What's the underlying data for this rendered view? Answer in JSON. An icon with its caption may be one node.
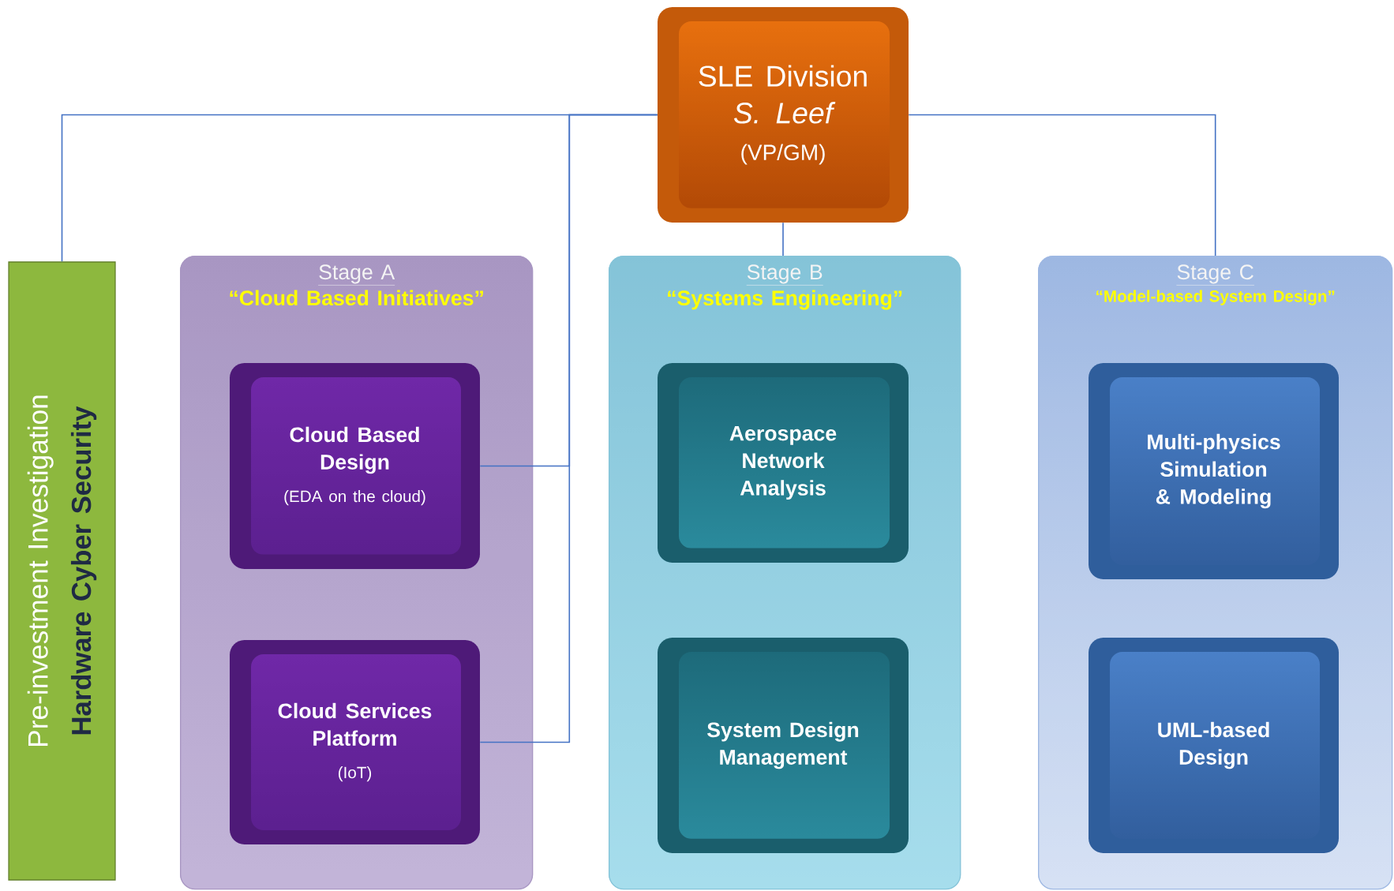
{
  "diagram": {
    "nodes": [
      {
        "text": [
          "SLE Division",
          "S. Leef",
          "(VP/GM)"
        ]
      },
      {
        "text": [
          "Pre-investment Investigation",
          "Hardware Cyber Security"
        ]
      },
      {
        "text": [
          "Stage A",
          "“Cloud Based Initiatives”"
        ]
      },
      {
        "text": [
          "Cloud Based Design",
          "(EDA on the cloud)"
        ],
        "in": 2
      },
      {
        "text": [
          "Cloud Services Platform",
          "(IoT)"
        ],
        "in": 2
      },
      {
        "text": [
          "Stage B",
          "“Systems Engineering”"
        ]
      },
      {
        "text": [
          "Aerospace Network Analysis"
        ],
        "in": 5
      },
      {
        "text": [
          "System Design Management"
        ],
        "in": 5
      },
      {
        "text": [
          "Stage C",
          "“Model-based System Design”"
        ]
      },
      {
        "text": [
          "Multi-physics Simulation & Modeling"
        ],
        "in": 8
      },
      {
        "text": [
          "UML-based Design"
        ],
        "in": 8
      }
    ],
    "edges": [
      {
        "from": 0,
        "to": 1,
        "arrow": "none"
      },
      {
        "from": 0,
        "to": 3,
        "arrow": "none"
      },
      {
        "from": 0,
        "to": 4,
        "arrow": "none"
      },
      {
        "from": 0,
        "to": 5,
        "arrow": "none"
      },
      {
        "from": 0,
        "to": 8,
        "arrow": "none"
      }
    ]
  }
}
